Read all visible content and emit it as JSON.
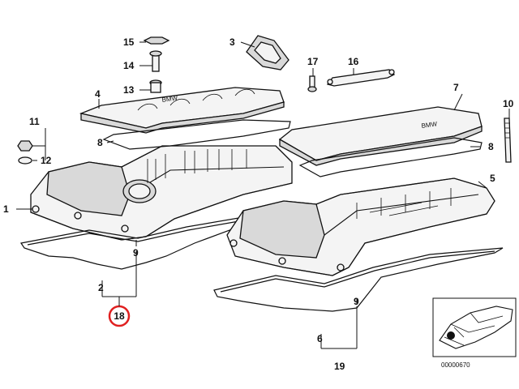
{
  "callouts": {
    "c1": "1",
    "c2": "2",
    "c3": "3",
    "c4": "4",
    "c5": "5",
    "c6": "6",
    "c7": "7",
    "c8a": "8",
    "c8b": "8",
    "c9a": "9",
    "c9b": "9",
    "c10": "10",
    "c11": "11",
    "c12": "12",
    "c13": "13",
    "c14": "14",
    "c15": "15",
    "c16": "16",
    "c17": "17",
    "c18": "18",
    "c19": "19"
  },
  "highlight": {
    "part": "18",
    "color": "#e02020"
  },
  "diagram_ref": "00000670"
}
